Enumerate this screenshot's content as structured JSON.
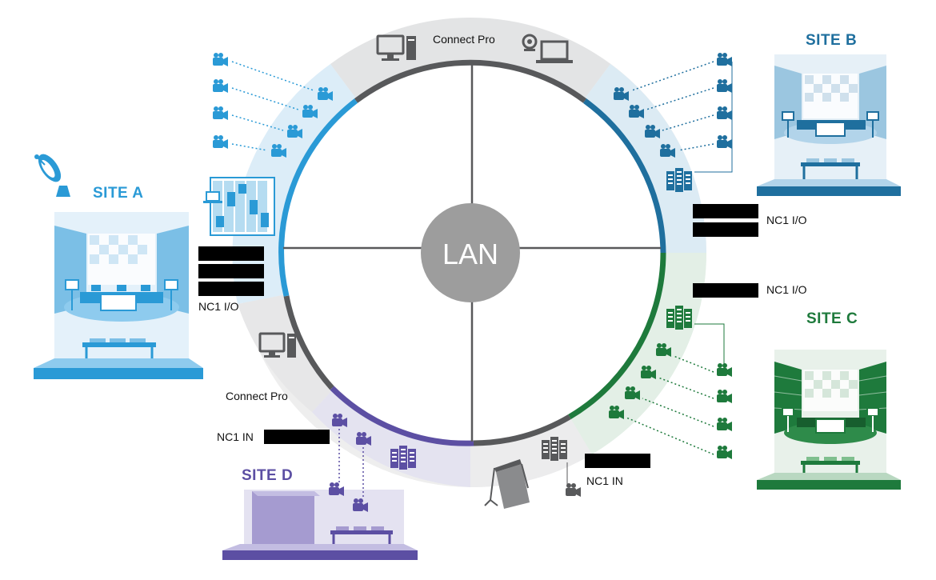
{
  "center_label": "LAN",
  "connect_pro_top": "Connect Pro",
  "connect_pro_bottom": "Connect Pro",
  "sites": {
    "a": {
      "title": "SITE A",
      "color": "#2a9ad6"
    },
    "b": {
      "title": "SITE B",
      "color": "#1f6f9e"
    },
    "c": {
      "title": "SITE C",
      "color": "#1e7a3c"
    },
    "d": {
      "title": "SITE D",
      "color": "#5c4fa3"
    }
  },
  "io_labels": {
    "a": "NC1 I/O",
    "b": "NC1 I/O",
    "c": "NC1 I/O",
    "d": "NC1 IN",
    "bottom": "NC1 IN"
  },
  "colors": {
    "ring_gray": "#e6e7e8",
    "lan_gray": "#9d9d9d",
    "dark_gray": "#58595b",
    "label_bar": "#000000"
  }
}
